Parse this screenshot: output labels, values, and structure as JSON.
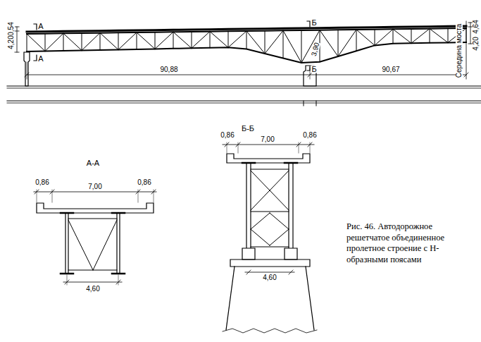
{
  "diagram": {
    "caption": "Рис. 46. Автодорожное решетчатое объединенное пролетное строение с Н-образными поясами",
    "labels": [
      "0,54",
      "4,20",
      "А",
      "А",
      "Б",
      "Б",
      "3,90",
      "90,88",
      "90,67",
      "Середина моста",
      "4,64",
      "4,20",
      "А-А",
      "0,86",
      "7,00",
      "0,86",
      "4,60",
      "Б-Б",
      "0,86",
      "7,00",
      "0,86",
      "4,60"
    ]
  }
}
